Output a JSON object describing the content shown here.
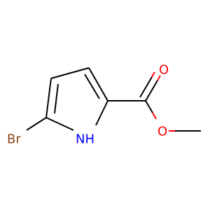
{
  "molecule": {
    "atoms": {
      "br": {
        "label": "Br",
        "color": "#8b4513"
      },
      "nh": {
        "label": "NH",
        "color": "#0000ff"
      },
      "o_carbonyl": {
        "label": "O",
        "color": "#ff0000"
      },
      "o_ester": {
        "label": "O",
        "color": "#ff0000"
      }
    },
    "bond_color": "#000000"
  }
}
